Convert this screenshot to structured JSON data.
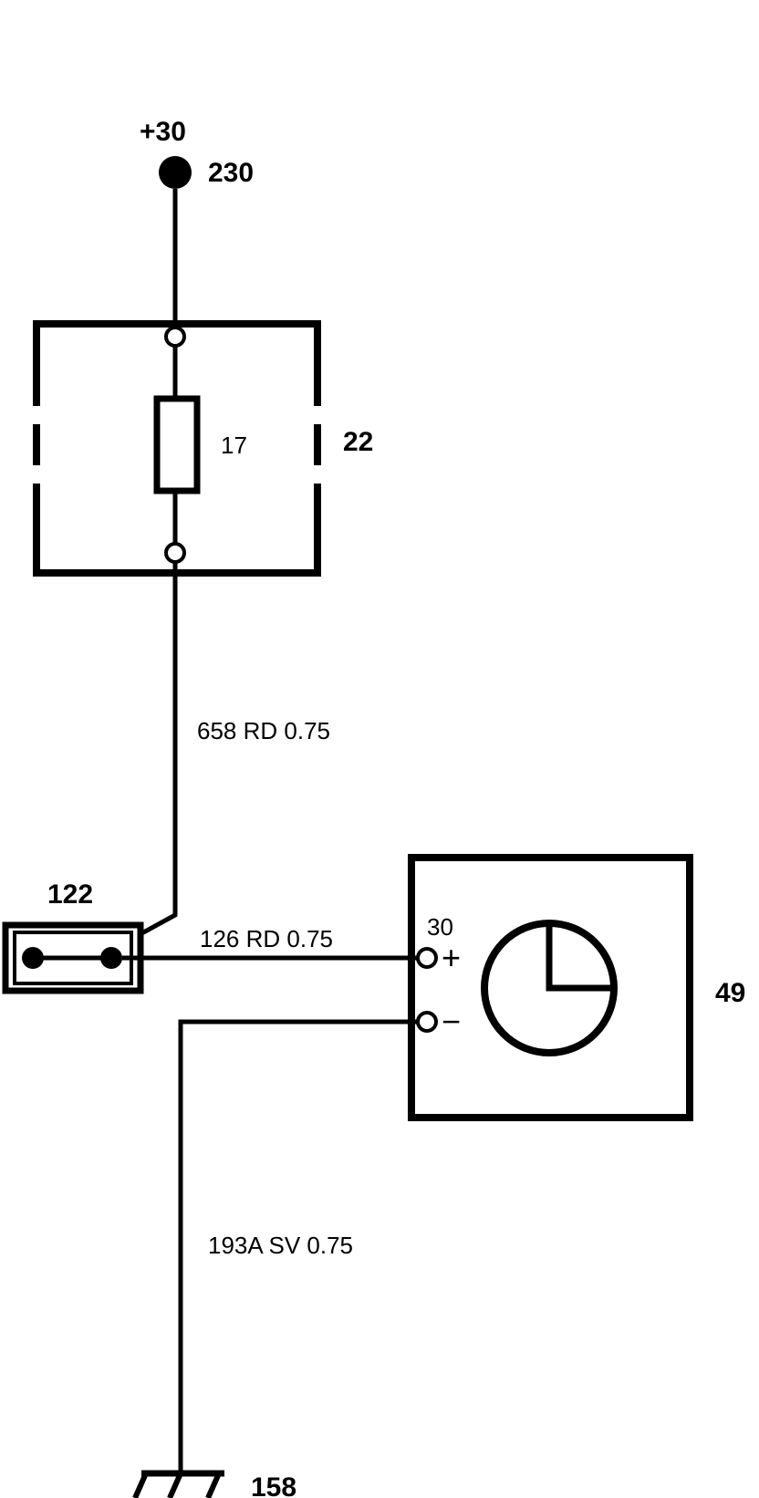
{
  "supply": {
    "label": "+30",
    "id": "230"
  },
  "fuse_box": {
    "id": "22",
    "fuse_id": "17"
  },
  "wire_1": {
    "label": "658 RD 0.75"
  },
  "connector": {
    "id": "122"
  },
  "wire_2": {
    "label": "126 RD 0.75"
  },
  "clock": {
    "id": "49",
    "terminal_30": "30",
    "plus": "+",
    "minus": "−"
  },
  "wire_3": {
    "label": "193A SV 0.75"
  },
  "ground": {
    "id": "158"
  }
}
